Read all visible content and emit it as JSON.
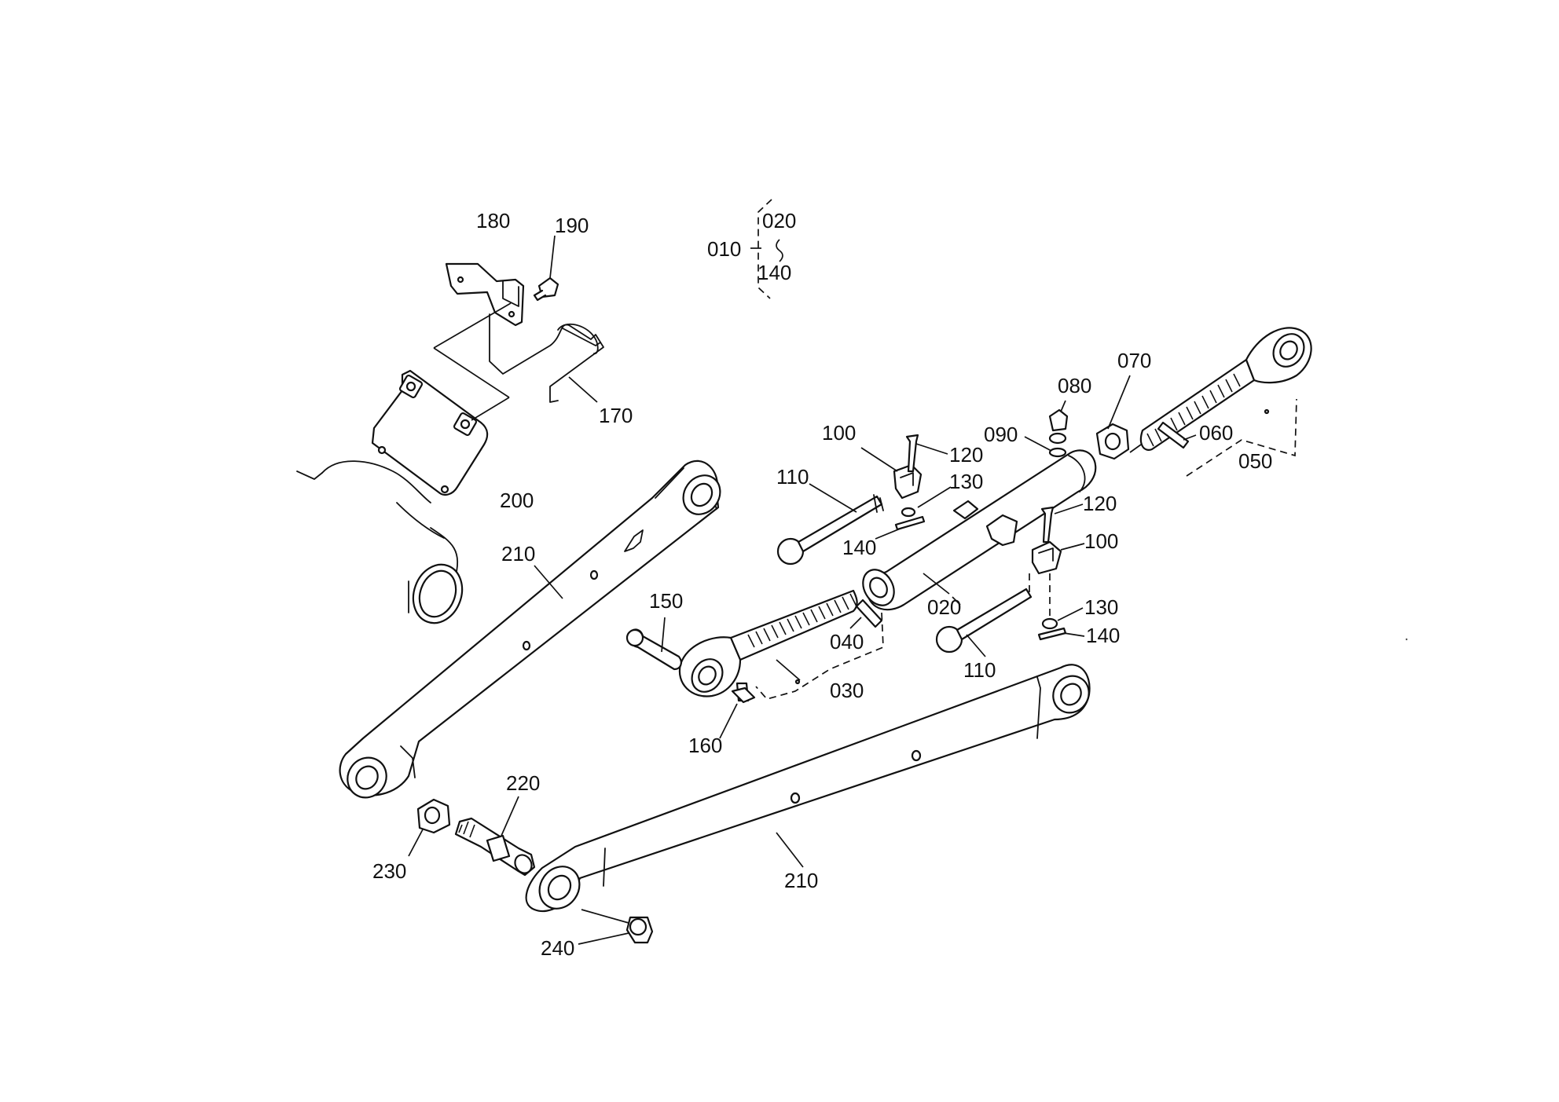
{
  "labels": {
    "p010": "010",
    "p020_top": "020",
    "p140_top": "140",
    "p180": "180",
    "p190": "190",
    "p170": "170",
    "p200": "200",
    "p210_upper": "210",
    "p210_lower": "210",
    "p100_left": "100",
    "p120_left": "120",
    "p130_left": "130",
    "p110_left": "110",
    "p140_left": "140",
    "p080": "080",
    "p070": "070",
    "p090": "090",
    "p060": "060",
    "p050": "050",
    "p120_right": "120",
    "p100_right": "100",
    "p020": "020",
    "p130_right": "130",
    "p140_right": "140",
    "p110_right": "110",
    "p150": "150",
    "p040": "040",
    "p030": "030",
    "p160": "160",
    "p220": "220",
    "p230": "230",
    "p240": "240"
  },
  "icons": {
    "exploded_view": "exploded-parts-diagram"
  }
}
